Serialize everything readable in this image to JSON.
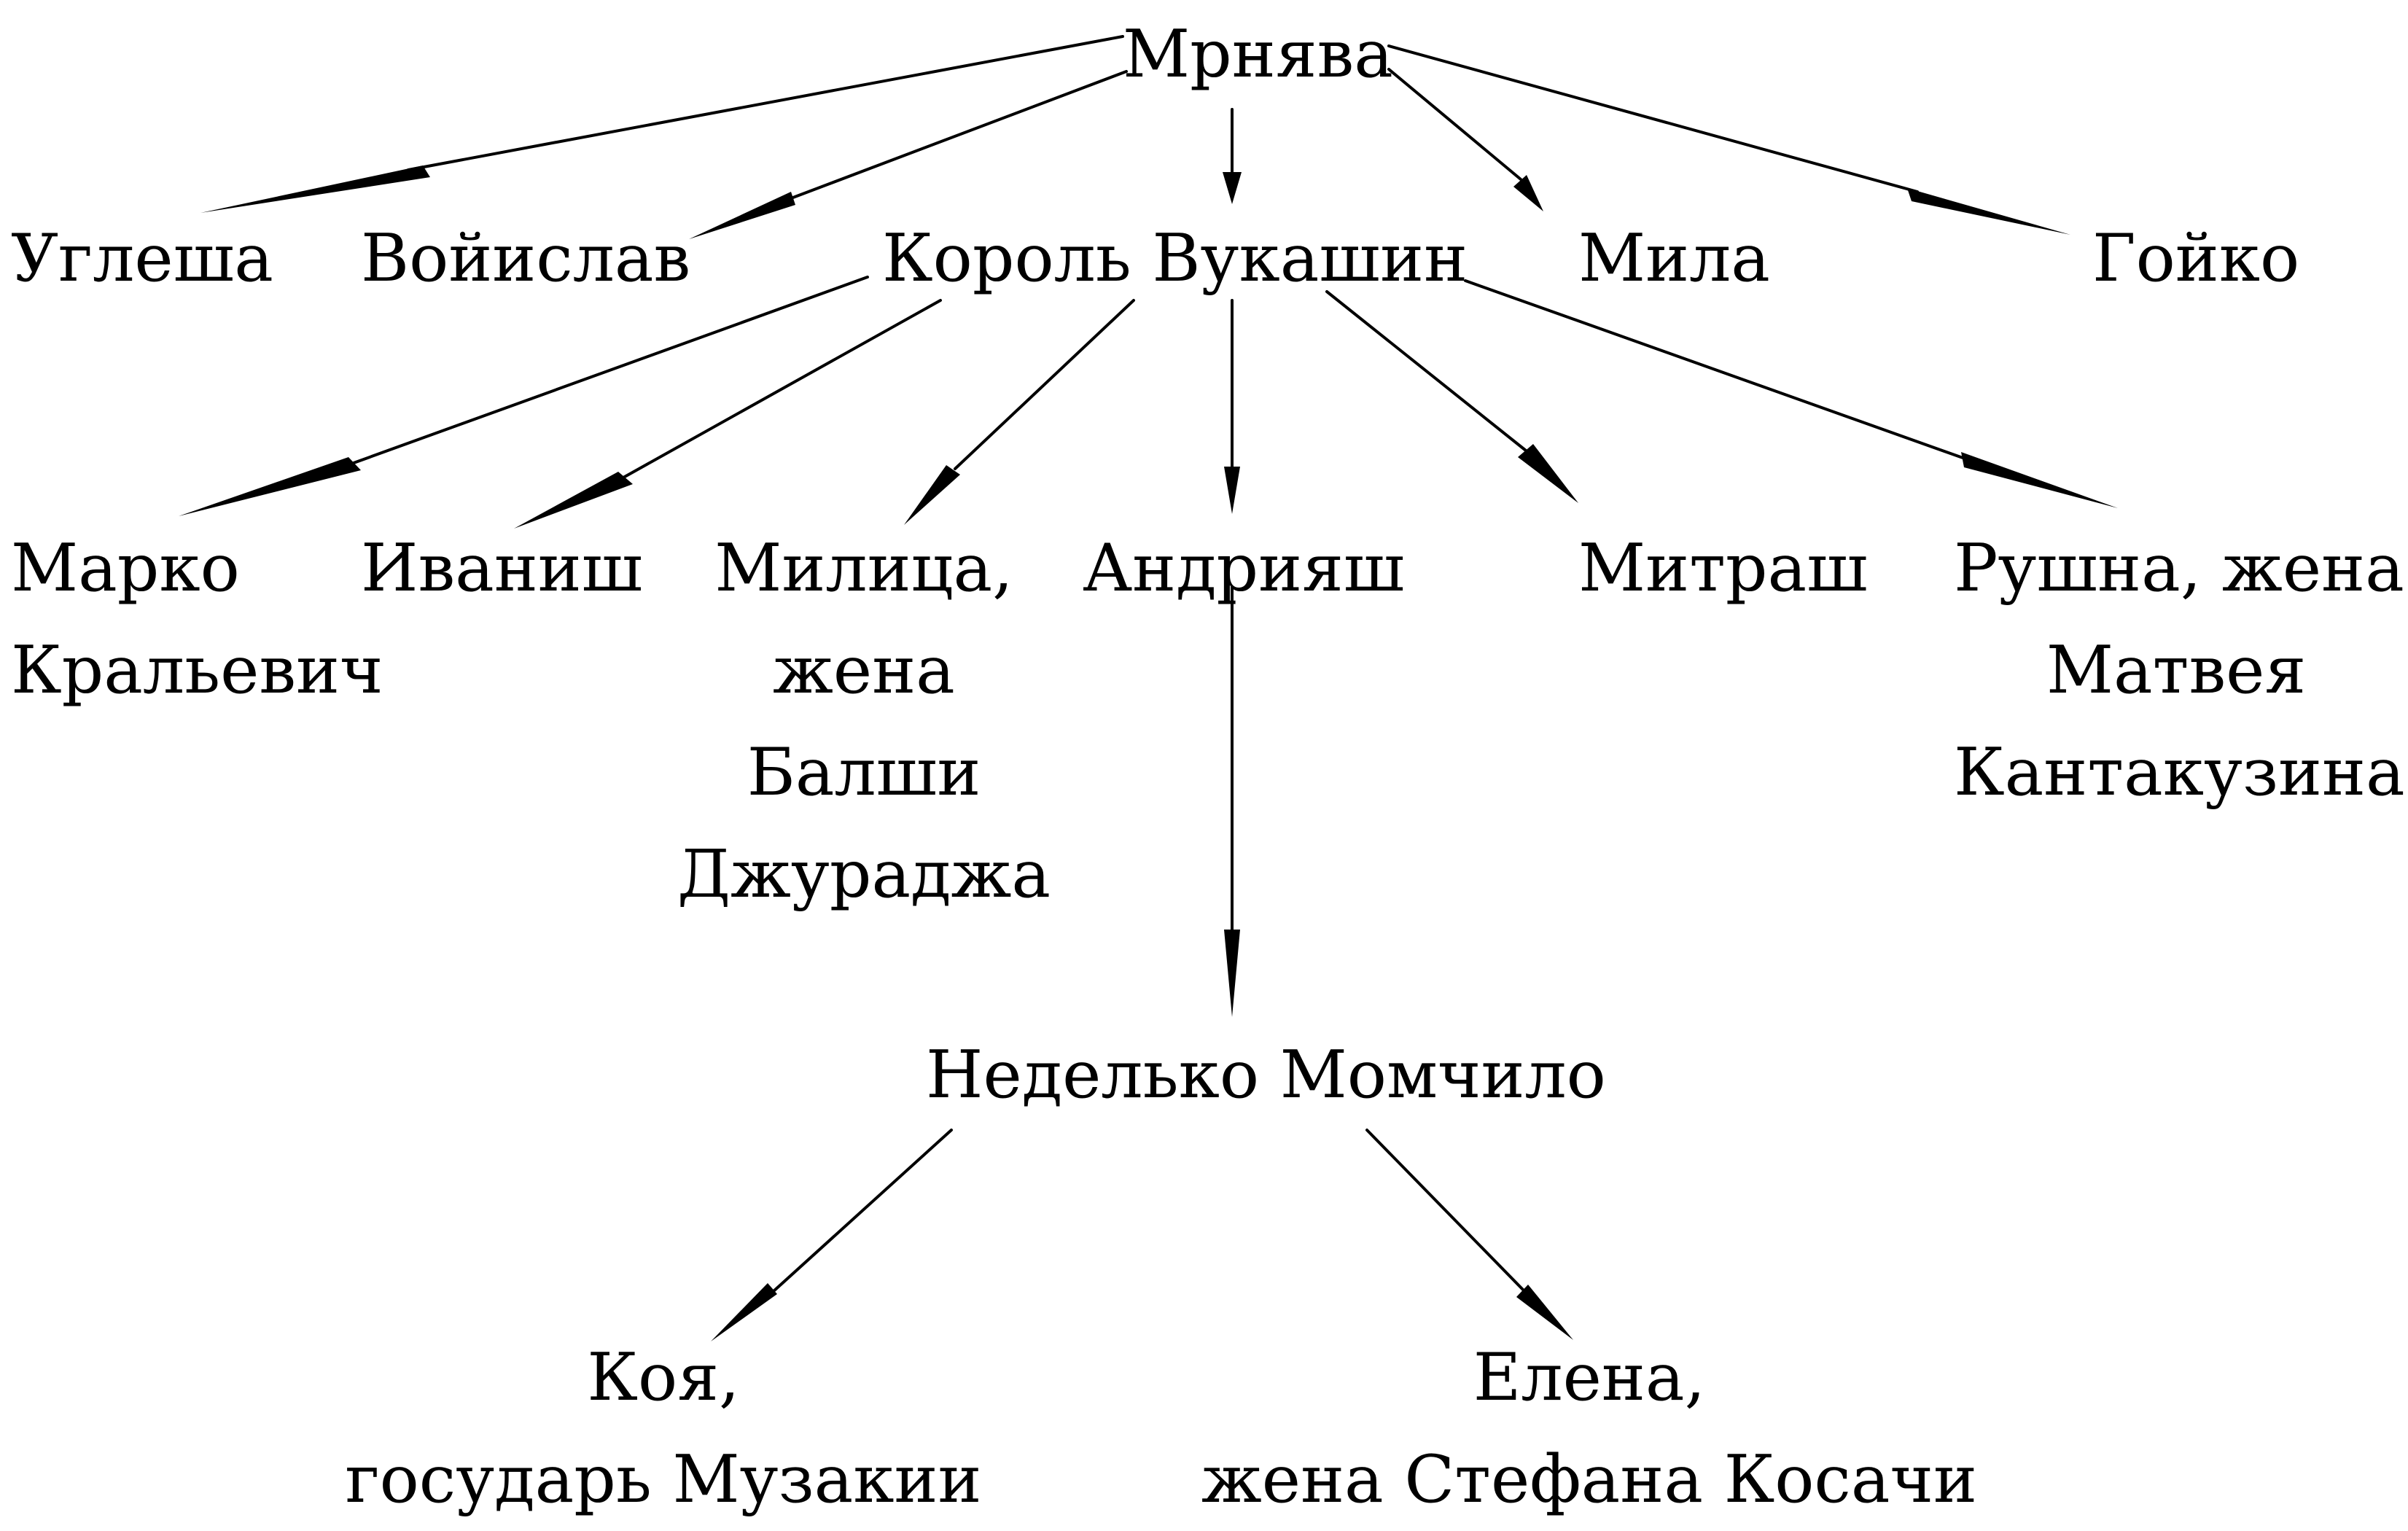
{
  "tree": {
    "root": "Мрнява",
    "children_of_root": {
      "uglesha": "Углеша",
      "voyislav": "Войислав",
      "vukashin": "Король Вукашин",
      "mila": "Мила",
      "goyko": "Гойко"
    },
    "children_of_vukashin": {
      "marko": [
        "Марко",
        "Кральевич"
      ],
      "ivanish": "Иваниш",
      "militsa": [
        "Милица,",
        "жена",
        "Балши",
        "Джураджа"
      ],
      "andriyash": "Андрияш",
      "mitrash": "Митраш",
      "rushna": [
        "Рушна, жена",
        "Матвея",
        "Кантакузина"
      ]
    },
    "child_of_andriyash": "Неделько Момчило",
    "children_of_nedelko": {
      "koya": [
        "Коя,",
        "государь Музакии"
      ],
      "elena": [
        "Елена,",
        "жена Стефана Косачи"
      ]
    }
  },
  "edges": [
    {
      "from": "Мрнява",
      "to": "Углеша",
      "head": "wedge"
    },
    {
      "from": "Мрнява",
      "to": "Войислав",
      "head": "wedge"
    },
    {
      "from": "Мрнява",
      "to": "Король Вукашин",
      "head": "arrow"
    },
    {
      "from": "Мрнява",
      "to": "Мила",
      "head": "arrow"
    },
    {
      "from": "Мрнява",
      "to": "Гойко",
      "head": "wedge"
    },
    {
      "from": "Король Вукашин",
      "to": "Марко Кральевич",
      "head": "wedge"
    },
    {
      "from": "Король Вукашин",
      "to": "Иваниш",
      "head": "wedge"
    },
    {
      "from": "Король Вукашин",
      "to": "Милица",
      "head": "wedge"
    },
    {
      "from": "Король Вукашин",
      "to": "Андрияш",
      "head": "arrow"
    },
    {
      "from": "Король Вукашин",
      "to": "Митраш",
      "head": "arrow"
    },
    {
      "from": "Король Вукашин",
      "to": "Рушна",
      "head": "wedge"
    },
    {
      "from": "Андрияш",
      "to": "Неделько Момчило",
      "head": "arrow"
    },
    {
      "from": "Неделько Момчило",
      "to": "Коя",
      "head": "wedge"
    },
    {
      "from": "Неделько Момчило",
      "to": "Елена",
      "head": "arrow"
    }
  ]
}
